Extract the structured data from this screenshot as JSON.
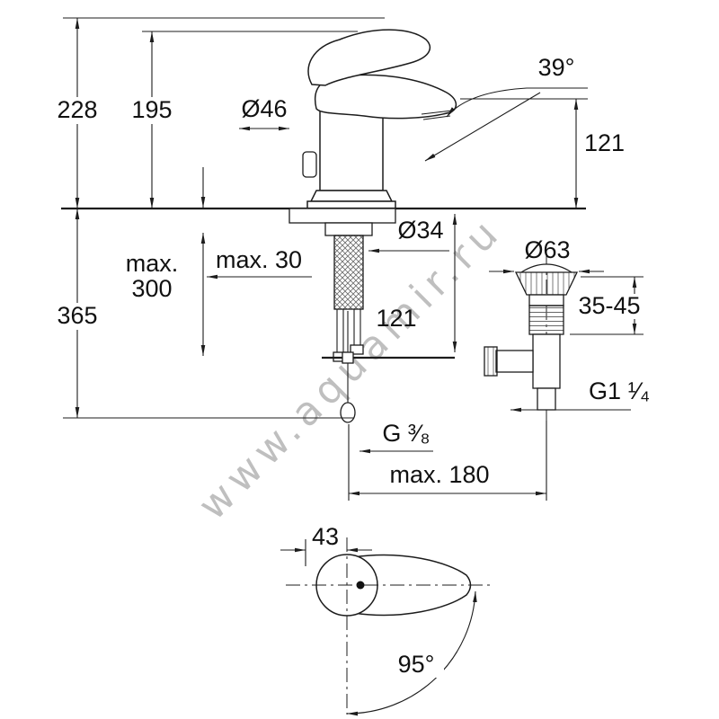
{
  "watermark": "www.aquamir.ru",
  "labels": {
    "total_height": "228",
    "base_to_top": "195",
    "body_diameter": "Ø46",
    "spout_angle": "39°",
    "spout_outlet_height": "121",
    "deck_max_thickness": "max. 30",
    "hose_max_word": "max.",
    "hose_max_value": "300",
    "shank_diameter": "Ø34",
    "depth_below_deck": "365",
    "hose_connection_drop": "121",
    "waste_flange_diameter": "Ø63",
    "waste_deck_range": "35-45",
    "waste_thread": "G1 ¹⁄₄",
    "supply_hose_thread": "G ³⁄₈",
    "projection_max": "max. 180",
    "handle_top_width": "43",
    "handle_swing_angle": "95°"
  }
}
